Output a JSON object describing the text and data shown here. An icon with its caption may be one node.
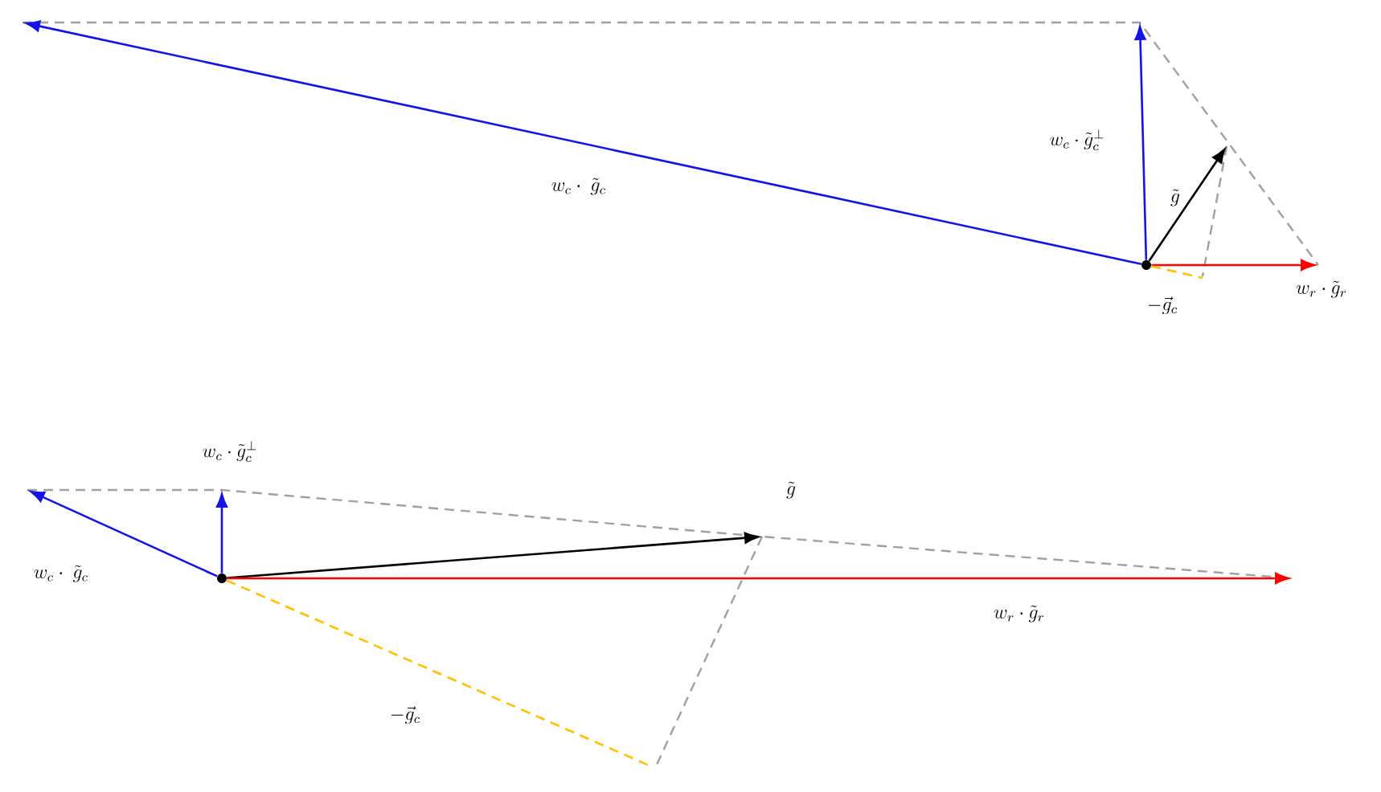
{
  "diagram": {
    "nodes": [
      {
        "text": [],
        "shape": "circle"
      },
      {
        "text": [],
        "shape": "circle"
      }
    ],
    "edges": [
      {
        "from": 0,
        "to": null,
        "arrow": "to",
        "color": "#1414e6",
        "label": "w_c \\cdot\\ \\tilde{g}_c"
      },
      {
        "from": 0,
        "to": null,
        "arrow": "to",
        "color": "#1414e6",
        "label": "w_c \\cdot \\tilde{g}_c^{\\perp}"
      },
      {
        "from": 0,
        "to": null,
        "arrow": "to",
        "color": "#000000",
        "label": "\\tilde{g}"
      },
      {
        "from": 0,
        "to": null,
        "arrow": "to",
        "color": "#ff0000",
        "label": "w_r \\cdot \\tilde{g}_r"
      },
      {
        "from": 0,
        "to": null,
        "arrow": "none",
        "style": "dashed",
        "color": "#ffc000",
        "label": "-\\vec{g}_c"
      },
      {
        "from": 1,
        "to": null,
        "arrow": "to",
        "color": "#1414e6",
        "label": "w_c \\cdot\\ \\tilde{g}_c"
      },
      {
        "from": 1,
        "to": null,
        "arrow": "to",
        "color": "#1414e6",
        "label": "w_c \\cdot \\tilde{g}_c^{\\perp}"
      },
      {
        "from": 1,
        "to": null,
        "arrow": "to",
        "color": "#000000",
        "label": "\\tilde{g}"
      },
      {
        "from": 1,
        "to": null,
        "arrow": "to",
        "color": "#ff0000",
        "label": "w_r \\cdot \\tilde{g}_r"
      },
      {
        "from": 1,
        "to": null,
        "arrow": "none",
        "style": "dashed",
        "color": "#ffc000",
        "label": "-\\vec{g}_c"
      }
    ]
  }
}
